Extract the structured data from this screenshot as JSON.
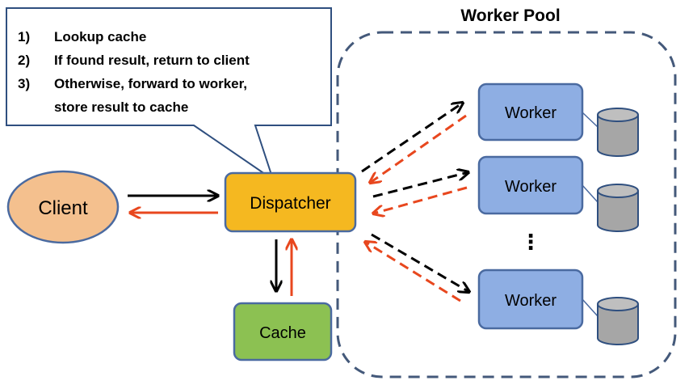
{
  "pool": {
    "title": "Worker Pool",
    "ellipsis": "⋮"
  },
  "callout": {
    "items": [
      {
        "num": "1)",
        "text": "Lookup cache"
      },
      {
        "num": "2)",
        "text": "If found result, return to client"
      },
      {
        "num": "3)",
        "text": "Otherwise, forward to worker,"
      }
    ],
    "continuation": "store result to cache"
  },
  "nodes": {
    "client": "Client",
    "dispatcher": "Dispatcher",
    "cache": "Cache",
    "workers": [
      "Worker",
      "Worker",
      "Worker"
    ]
  },
  "colors": {
    "request_arrow": "#000000",
    "response_arrow": "#e8471e",
    "client_fill": "#f4c08e",
    "dispatcher_fill": "#f5b820",
    "cache_fill": "#8cc152",
    "worker_fill": "#8eaee3",
    "database_fill": "#a6a6a6",
    "pool_border": "#44597a",
    "node_border": "#4a6aa0"
  }
}
